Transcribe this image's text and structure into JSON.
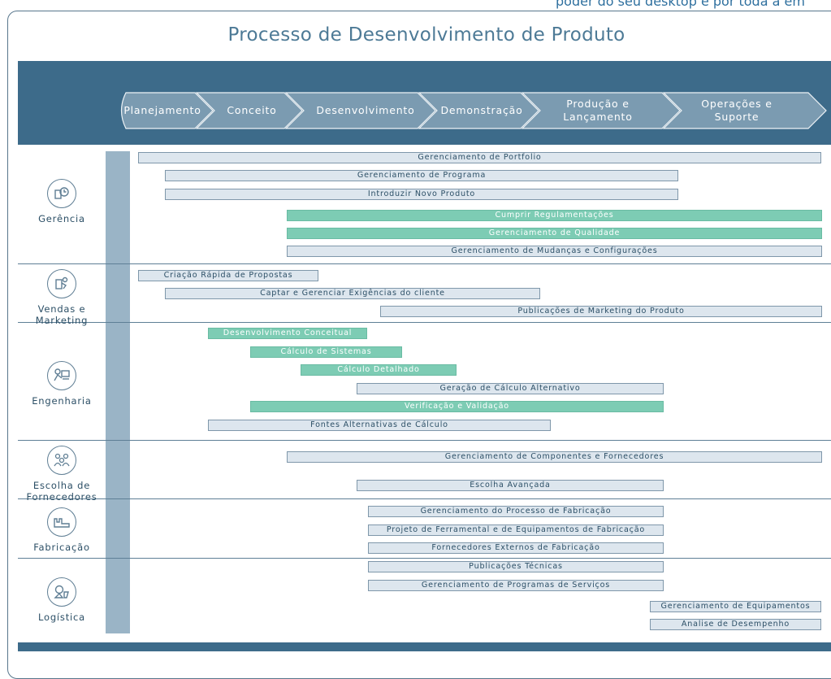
{
  "tagline": "poder do seu desktop e por toda a em",
  "title": "Processo de Desenvolvimento de Produto",
  "phases": [
    "Planejamento",
    "Conceito",
    "Desenvolvimento",
    "Demonstração",
    "Produção e Lançamento",
    "Operações e Suporte"
  ],
  "categories": [
    {
      "label": "Gerência",
      "icon": "management-icon"
    },
    {
      "label": "Vendas e Marketing",
      "icon": "sales-marketing-icon"
    },
    {
      "label": "Engenharia",
      "icon": "engineering-icon"
    },
    {
      "label": "Escolha de Fornecedores",
      "icon": "suppliers-icon"
    },
    {
      "label": "Fabricação",
      "icon": "factory-icon"
    },
    {
      "label": "Logística",
      "icon": "logistics-icon"
    }
  ],
  "tasks": [
    {
      "label": "Gerenciamento de Portfolio",
      "highlight": false
    },
    {
      "label": "Gerenciamento de Programa",
      "highlight": false
    },
    {
      "label": "Introduzir Novo Produto",
      "highlight": false
    },
    {
      "label": "Cumprir Regulamentações",
      "highlight": true
    },
    {
      "label": "Gerenciamento de Qualidade",
      "highlight": true
    },
    {
      "label": "Gerenciamento de Mudanças e Configurações",
      "highlight": false
    },
    {
      "label": "Criação Rápida de Propostas",
      "highlight": false
    },
    {
      "label": "Captar e Gerenciar Exigências do cliente",
      "highlight": false
    },
    {
      "label": "Publicações de Marketing do Produto",
      "highlight": false
    },
    {
      "label": "Desenvolvimento Conceitual",
      "highlight": true
    },
    {
      "label": "Cálculo de Sistemas",
      "highlight": true
    },
    {
      "label": "Cálculo Detalhado",
      "highlight": true
    },
    {
      "label": "Geração de Cálculo Alternativo",
      "highlight": false
    },
    {
      "label": "Verificação e Validação",
      "highlight": true
    },
    {
      "label": "Fontes Alternativas de Cálculo",
      "highlight": false
    },
    {
      "label": "Gerenciamento de Componentes e Fornecedores",
      "highlight": false
    },
    {
      "label": "Escolha Avançada",
      "highlight": false
    },
    {
      "label": "Gerenciamento do Processo de Fabricação",
      "highlight": false
    },
    {
      "label": "Projeto de Ferramental e de Equipamentos de Fabricação",
      "highlight": false
    },
    {
      "label": "Fornecedores Externos de Fabricação",
      "highlight": false
    },
    {
      "label": "Publicações Técnicas",
      "highlight": false
    },
    {
      "label": "Gerenciamento de Programas de Serviços",
      "highlight": false
    },
    {
      "label": "Gerenciamento de Equipamentos",
      "highlight": false
    },
    {
      "label": "Analise de Desempenho",
      "highlight": false
    }
  ],
  "colors": {
    "band": "#3d6b8a",
    "chevron": "#7b9bb1",
    "task": "#dde6ee",
    "highlight": "#7dccb4"
  }
}
